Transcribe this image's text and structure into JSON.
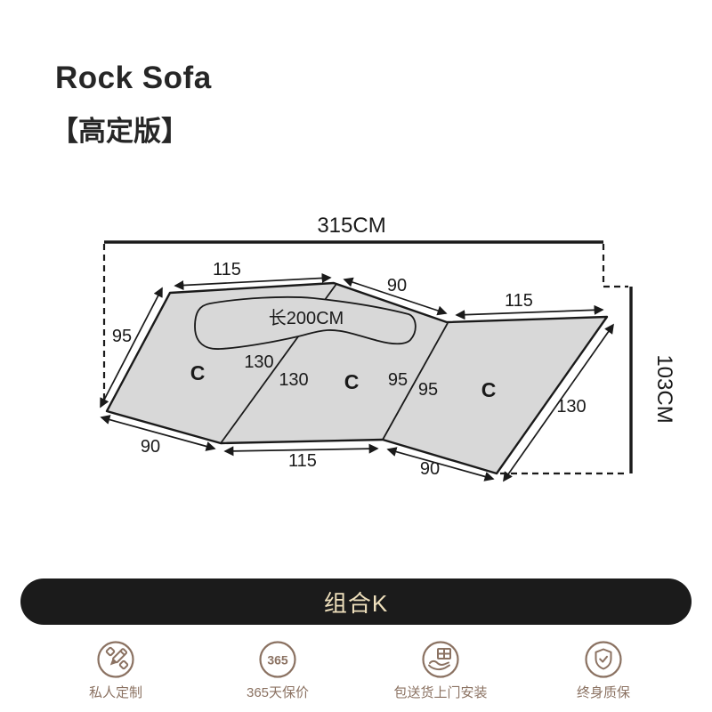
{
  "header": {
    "title": "Rock Sofa",
    "subtitle": "【高定版】"
  },
  "diagram": {
    "total_width": "315CM",
    "total_depth": "103CM",
    "cushion_length": "长200CM",
    "sections": [
      {
        "label": "C"
      },
      {
        "label": "C"
      },
      {
        "label": "C"
      }
    ],
    "dims": {
      "top_left_115": "115",
      "top_mid_90": "90",
      "top_right_115": "115",
      "left_95": "95",
      "div1_130_upper": "130",
      "div1_130_lower": "130",
      "div2_95_left": "95",
      "div2_95_right": "95",
      "right_130": "130",
      "bottom_left_90": "90",
      "bottom_mid_115": "115",
      "bottom_right_90": "90"
    }
  },
  "combo": {
    "label": "组合K"
  },
  "services": [
    {
      "icon": "pencil-ruler-icon",
      "label": "私人定制"
    },
    {
      "icon": "badge-365-icon",
      "label": "365天保价",
      "badge": "365"
    },
    {
      "icon": "delivery-install-icon",
      "label": "包送货上门安装"
    },
    {
      "icon": "shield-check-icon",
      "label": "终身质保"
    }
  ],
  "colors": {
    "sofa_fill": "#d8d8d8",
    "line": "#1a1a1a",
    "pill_bg": "#1b1b1b",
    "pill_text": "#f0e1bd",
    "service_accent": "#8b7262"
  }
}
